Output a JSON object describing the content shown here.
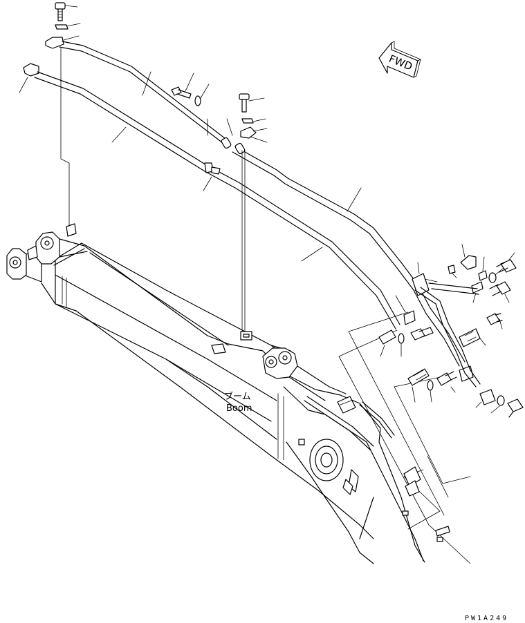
{
  "diagram": {
    "fwd_label": "FWD",
    "boom_label_jp": "ブーム",
    "boom_label_en": "Boom",
    "drawing_code": "PW1A249"
  }
}
